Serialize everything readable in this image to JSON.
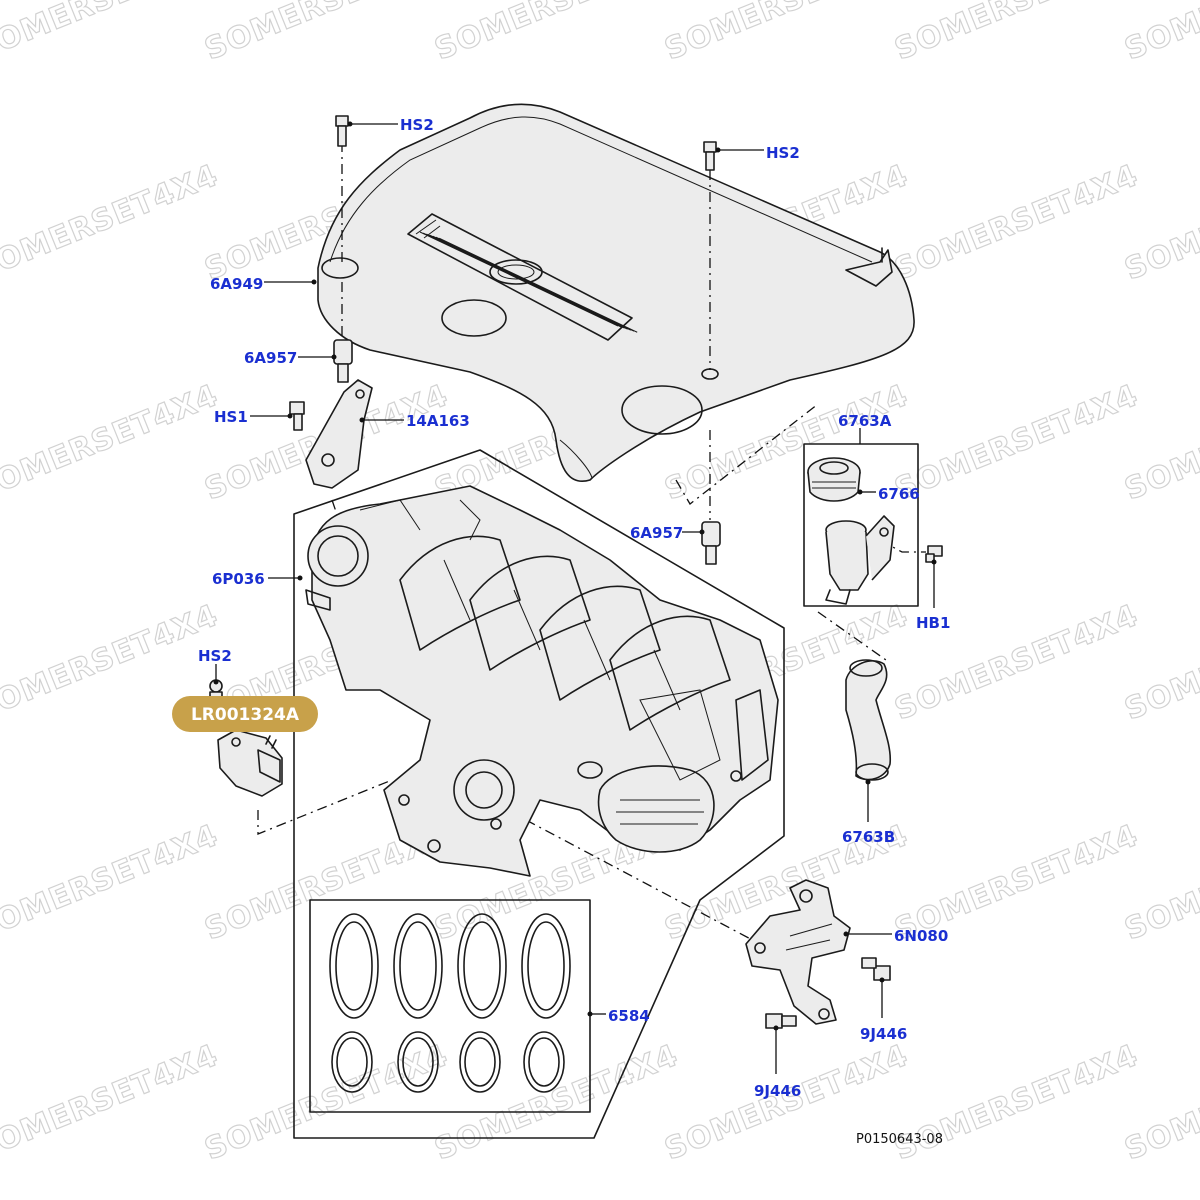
{
  "watermark": {
    "text": "SOMERSET4X4"
  },
  "highlight": {
    "part_number": "LR001324A",
    "color": "#c8a14a"
  },
  "callouts": {
    "hs2_a": "HS2",
    "hs2_b": "HS2",
    "hs2_c": "HS2",
    "c_6a949": "6A949",
    "c_6a957_a": "6A957",
    "c_6a957_b": "6A957",
    "hs1": "HS1",
    "c_14a163": "14A163",
    "c_6763a": "6763A",
    "c_6766": "6766",
    "hb1": "HB1",
    "c_6p036": "6P036",
    "c_6763b": "6763B",
    "c_6n080": "6N080",
    "c_9j446_a": "9J446",
    "c_9j446_b": "9J446",
    "c_6584": "6584"
  },
  "footer": {
    "drawing_code": "P0150643-08"
  },
  "colors": {
    "callout": "#1a2fd1",
    "line": "#1b1b1b"
  }
}
